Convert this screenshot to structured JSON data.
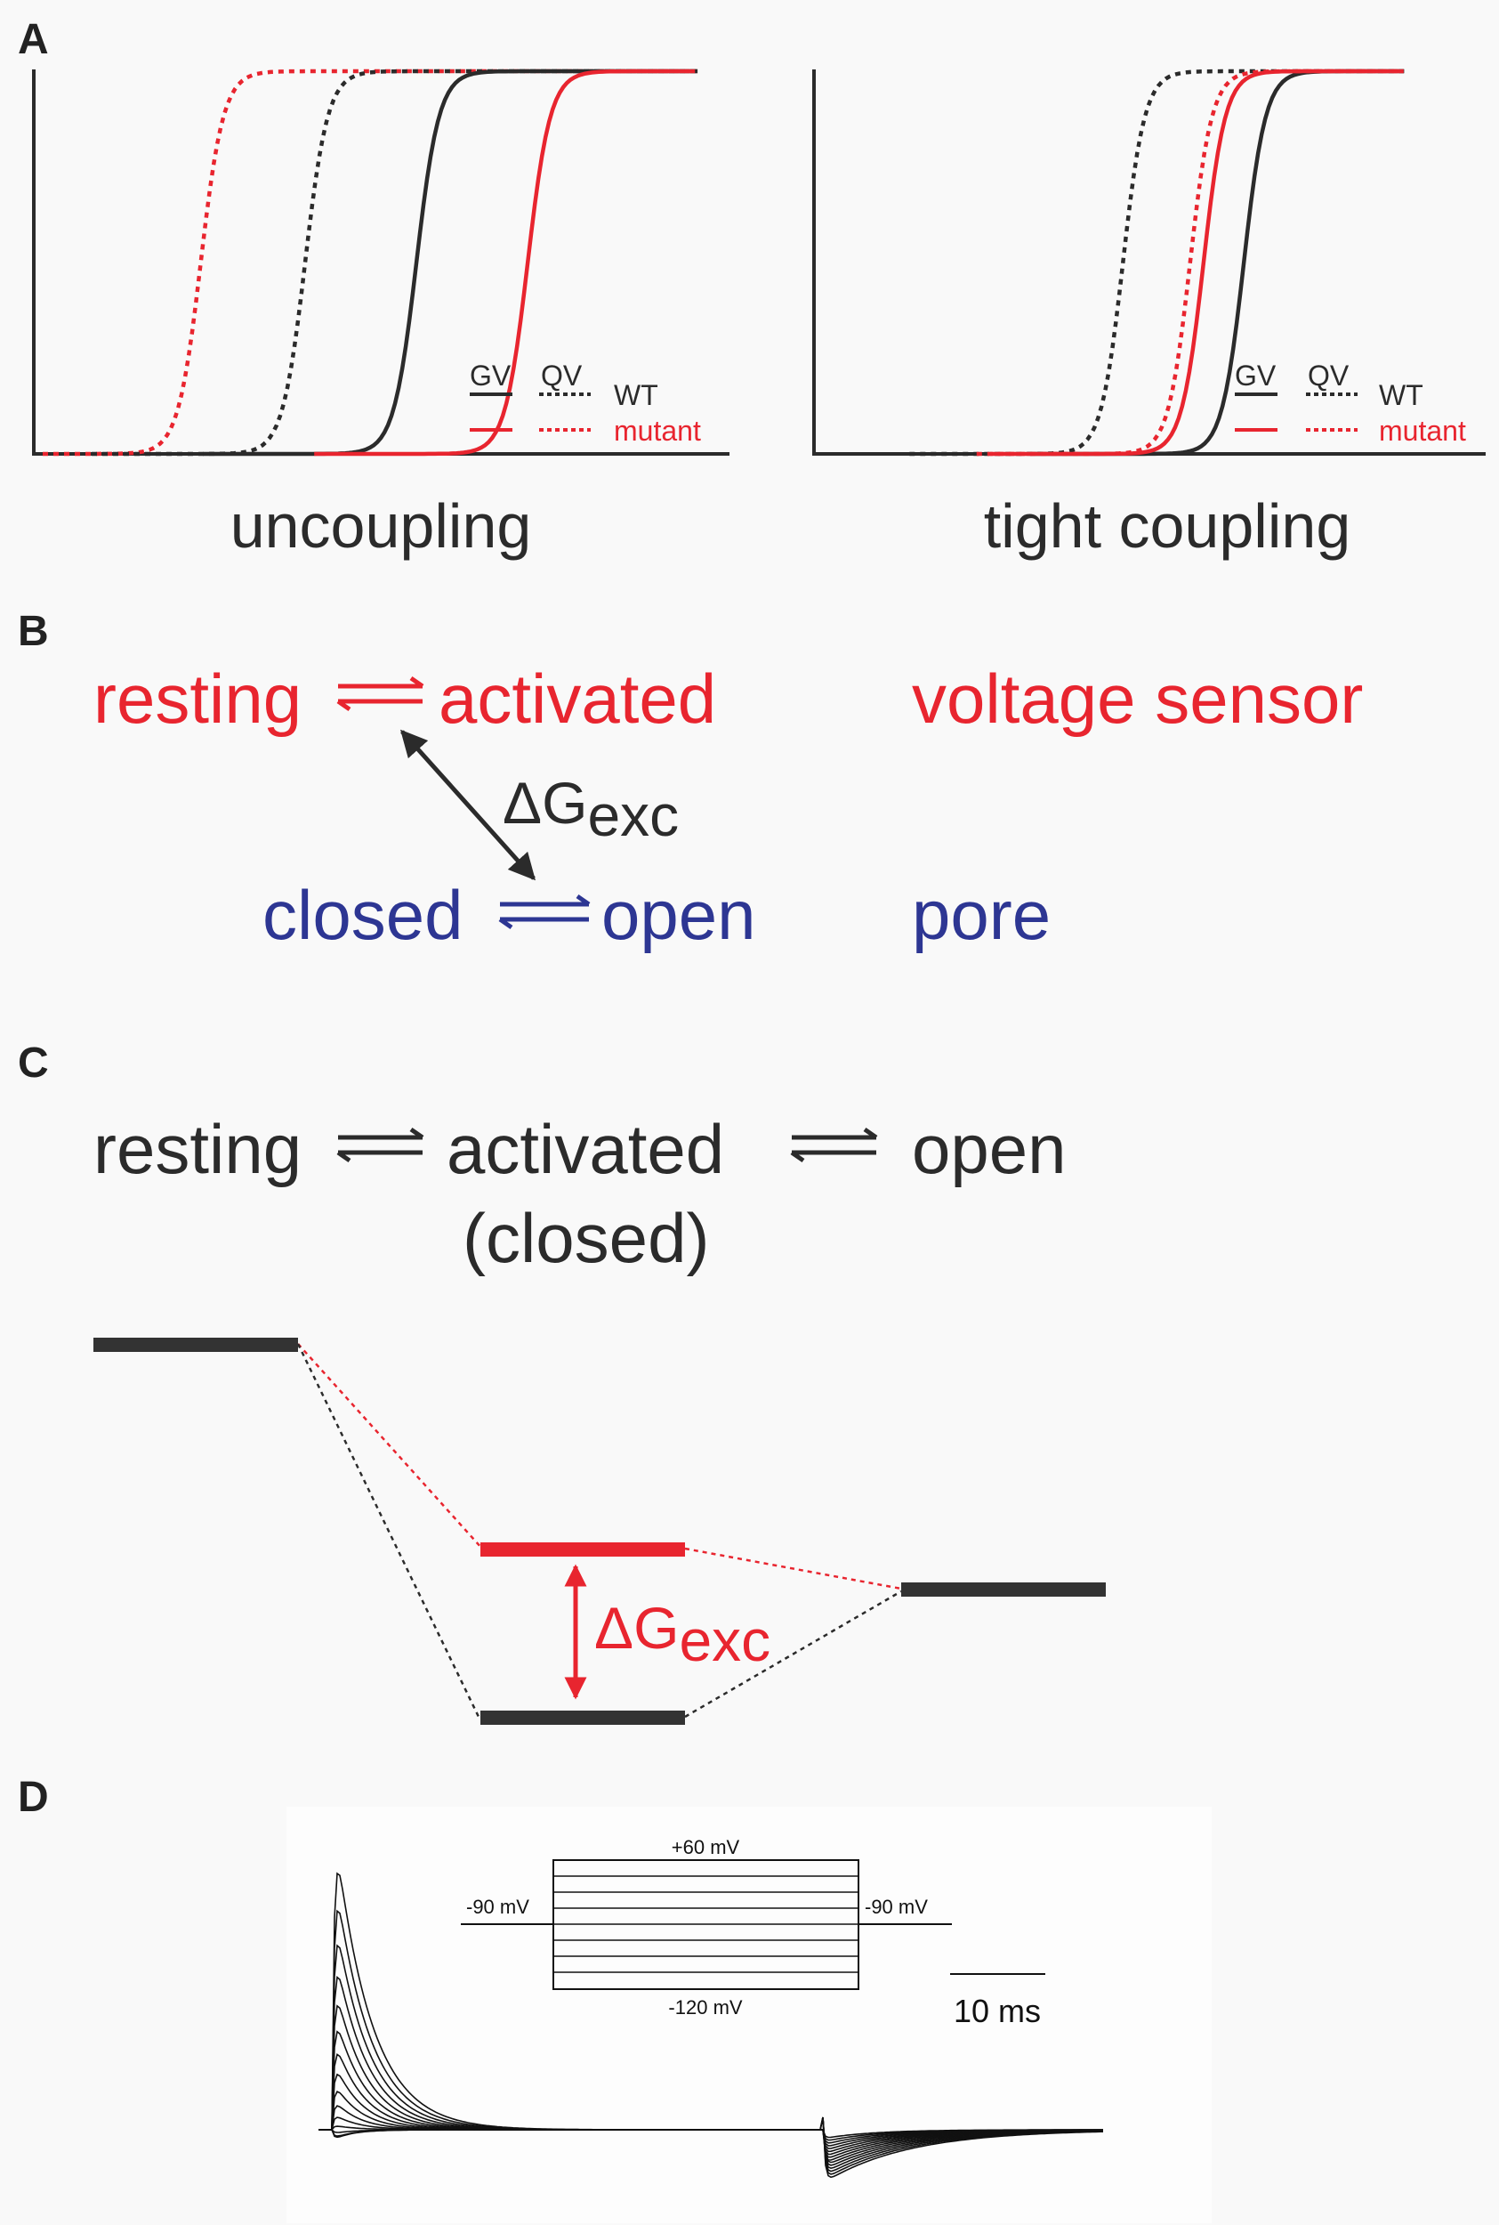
{
  "colors": {
    "black": "#2b2b2b",
    "red": "#e8252f",
    "blue": "#2d3693",
    "background": "#f9f9f9",
    "trace_panel": "#fdfdfd"
  },
  "panel_labels": {
    "a": "A",
    "b": "B",
    "c": "C",
    "d": "D"
  },
  "panel_a": {
    "left": {
      "caption": "uncoupling",
      "curves": {
        "gv_wt_mid": 0.55,
        "qv_wt_mid": 0.39,
        "gv_mutant_mid": 0.71,
        "qv_mutant_mid": 0.24
      }
    },
    "right": {
      "caption": "tight coupling",
      "curves": {
        "gv_wt_mid": 0.64,
        "qv_wt_mid": 0.46,
        "gv_mutant_mid": 0.58,
        "qv_mutant_mid": 0.56
      }
    },
    "legend": {
      "gv": "GV",
      "qv": "QV",
      "wt": "WT",
      "mutant": "mutant"
    }
  },
  "panel_b": {
    "resting": "resting",
    "activated": "activated",
    "voltage_sensor": "voltage sensor",
    "closed": "closed",
    "open": "open",
    "pore": "pore",
    "delta": "ΔG",
    "delta_sub": "exc"
  },
  "panel_c": {
    "resting": "resting",
    "activated": "activated",
    "closed_paren": "(closed)",
    "open": "open",
    "delta": "ΔG",
    "delta_sub": "exc"
  },
  "panel_d": {
    "protocol": {
      "top": "+60 mV",
      "left": "-90 mV",
      "right": "-90 mV",
      "bottom": "-120 mV"
    },
    "scale_bar": "10 ms"
  }
}
